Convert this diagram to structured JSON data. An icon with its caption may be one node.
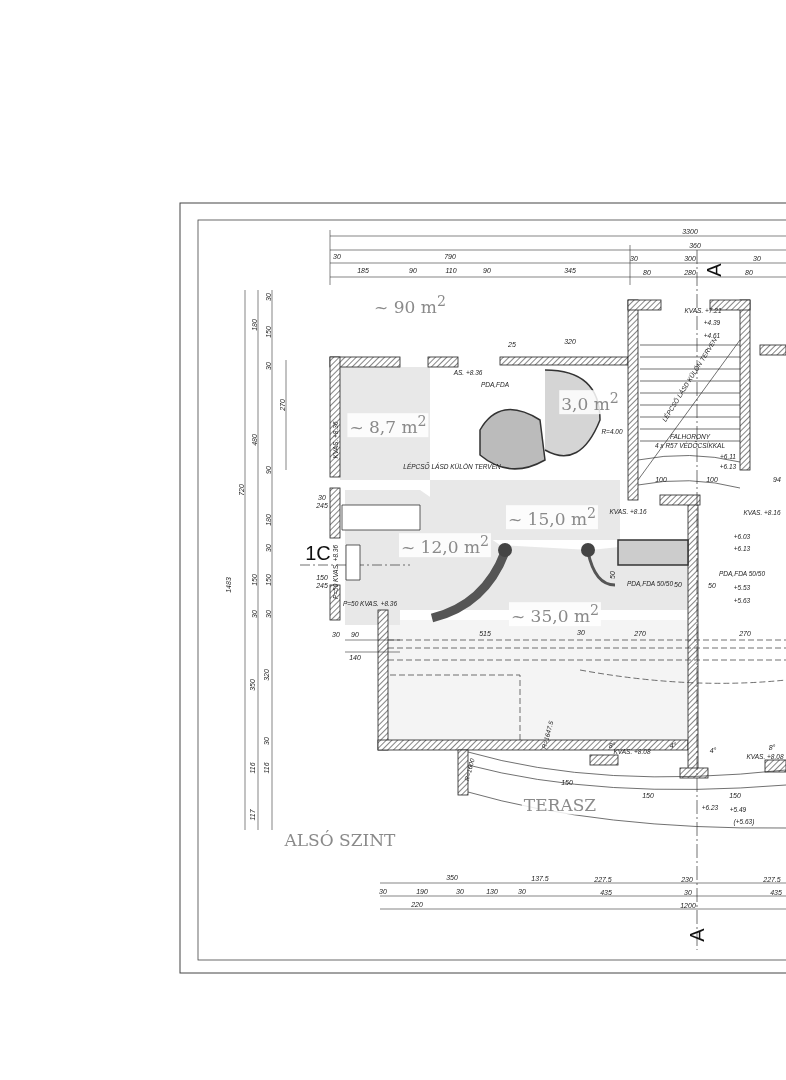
{
  "diagram": {
    "labels": [
      "3300",
      "360",
      "30",
      "790",
      "30",
      "300",
      "30",
      "185",
      "90",
      "110",
      "90",
      "345",
      "80",
      "280",
      "80",
      "A",
      "~ 90 m$^{2}$",
      "30",
      "180",
      "150",
      "30",
      "270",
      "480",
      "720",
      "90",
      "180",
      "1483",
      "30",
      "150",
      "150",
      "30",
      "30",
      "350",
      "320",
      "30",
      "116",
      "116",
      "117",
      "25",
      "320",
      "AS. +8.36",
      "KVAS. +7.21",
      "+4.39",
      "+4.61",
      "PDA,FDA",
      "~ 8,7 m$^{2}$",
      "3,0 m$^{2}$",
      "R=4.00",
      "LÉPCSŐ LÁSD KÜLÖN TERVEN",
      "FALHORONY",
      "4 x R57 VÉDŐCSÍKKAL",
      "LÉPCSŐ LÁSD KÜLÖN TERVEN",
      "KVAS. +8.36",
      "30",
      "245",
      "+6.11",
      "+6.13",
      "100",
      "100",
      "94",
      "~ 15,0 m$^{2}$",
      "KVAS. +8.16",
      "KVAS. +8.16",
      "~ 12,0 m$^{2}$",
      "1C",
      "+6.03",
      "+6.13",
      "50",
      "PDA,FDA 50/50",
      "PDA,FDA 50/50",
      "50",
      "50",
      "150",
      "245",
      "P=50 KVAS. +8.36",
      "P=50 KVAS. +8.36",
      "+5.53",
      "+5.63",
      "~ 35,0 m$^{2}$",
      "30",
      "90",
      "515",
      "30",
      "270",
      "270",
      "140",
      "R=1647.5",
      "R=1600",
      "8°",
      "KVAS. +8.08",
      "4°",
      "4°",
      "8°",
      "KVAS. +8.08",
      "150",
      "150",
      "150",
      "TERASZ",
      "+6.23",
      "+5.49",
      "(+5.63)",
      "ALSÓ SZINT",
      "350",
      "137.5",
      "227.5",
      "230",
      "227.5",
      "30",
      "190",
      "30",
      "130",
      "30",
      "435",
      "30",
      "435",
      "220",
      "1200",
      "A"
    ]
  }
}
